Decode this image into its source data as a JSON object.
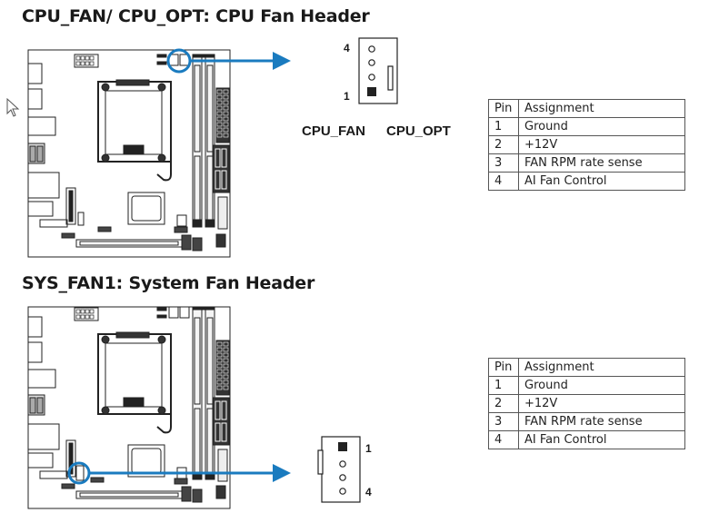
{
  "sections": [
    {
      "title": "CPU_FAN/ CPU_OPT: CPU Fan Header",
      "connector_labels": [
        "CPU_FAN",
        "CPU_OPT"
      ],
      "pin_top_label": "4",
      "pin_bottom_label": "1",
      "table": {
        "headers": [
          "Pin",
          "Assignment"
        ],
        "rows": [
          [
            "1",
            "Ground"
          ],
          [
            "2",
            "+12V"
          ],
          [
            "3",
            "FAN RPM rate sense"
          ],
          [
            "4",
            "AI Fan Control"
          ]
        ]
      }
    },
    {
      "title": "SYS_FAN1: System Fan Header",
      "pin_top_label": "1",
      "pin_bottom_label": "4",
      "table": {
        "headers": [
          "Pin",
          "Assignment"
        ],
        "rows": [
          [
            "1",
            "Ground"
          ],
          [
            "2",
            "+12V"
          ],
          [
            "3",
            "FAN RPM rate sense"
          ],
          [
            "4",
            "AI Fan Control"
          ]
        ]
      }
    }
  ],
  "colors": {
    "accent": "#1a7bbf",
    "line": "#222222"
  },
  "icons": {
    "cursor": "mouse-pointer-icon",
    "arrow": "arrow-right-icon",
    "highlight": "highlight-circle"
  }
}
